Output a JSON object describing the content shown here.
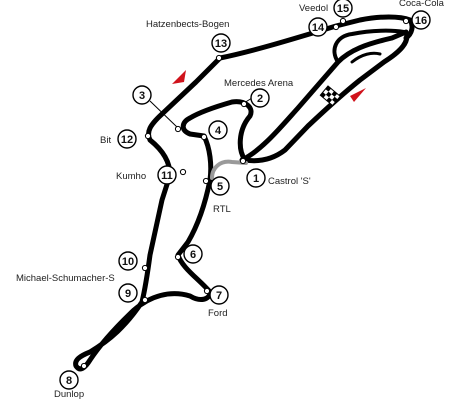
{
  "corners": [
    {
      "number": "1",
      "name": "Castrol 'S'"
    },
    {
      "number": "2",
      "name": "Mercedes Arena"
    },
    {
      "number": "3",
      "name": ""
    },
    {
      "number": "4",
      "name": ""
    },
    {
      "number": "5",
      "name": "RTL"
    },
    {
      "number": "6",
      "name": ""
    },
    {
      "number": "7",
      "name": "Ford"
    },
    {
      "number": "8",
      "name": "Dunlop"
    },
    {
      "number": "9",
      "name": ""
    },
    {
      "number": "10",
      "name": "Michael-Schumacher-S"
    },
    {
      "number": "11",
      "name": "Kumho"
    },
    {
      "number": "12",
      "name": "Bit"
    },
    {
      "number": "13",
      "name": "Hatzenbects-Bogen"
    },
    {
      "number": "14",
      "name": ""
    },
    {
      "number": "15",
      "name": "Veedol"
    },
    {
      "number": "16",
      "name": "Coca-Cola"
    }
  ],
  "colors": {
    "track": "#000000",
    "track_inner": "#ffffff",
    "old_section": "#9a9a9a",
    "direction_arrow": "#d0121b",
    "marker_stroke": "#000000"
  },
  "icons": [
    "start-finish-flag-icon",
    "direction-arrow-icon"
  ]
}
